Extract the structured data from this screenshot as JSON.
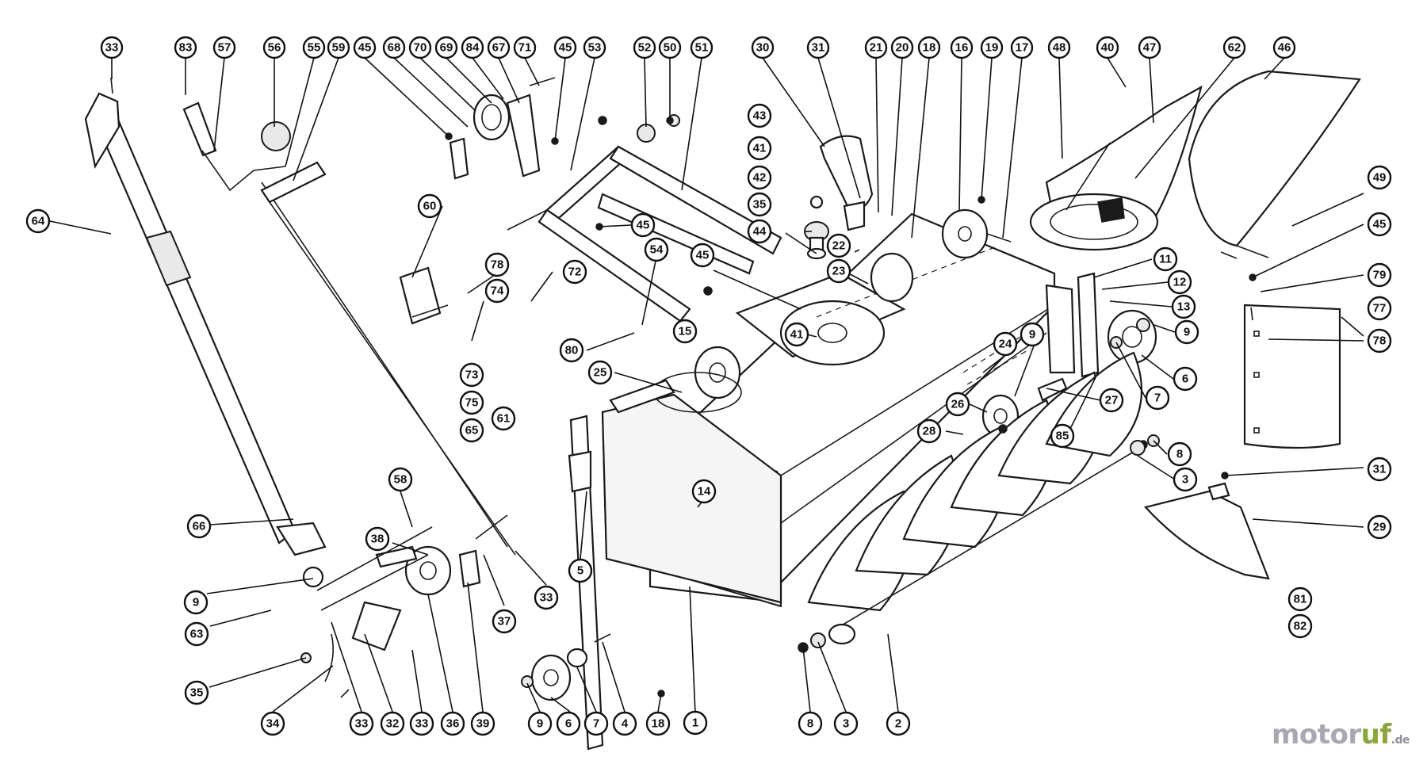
{
  "watermark": {
    "main": "motor",
    "accent": "uf",
    "tld": ".de",
    "colors": {
      "main": "#a6a8b4",
      "accent": "#8ba63a"
    }
  },
  "callouts": [
    "33",
    "83",
    "57",
    "56",
    "55",
    "59",
    "45",
    "68",
    "70",
    "69",
    "84",
    "67",
    "71",
    "45",
    "53",
    "52",
    "50",
    "51",
    "30",
    "31",
    "21",
    "20",
    "18",
    "16",
    "19",
    "17",
    "48",
    "40",
    "47",
    "62",
    "46",
    "64",
    "60",
    "45",
    "78",
    "74",
    "72",
    "54",
    "43",
    "41",
    "42",
    "35",
    "44",
    "45",
    "22",
    "23",
    "49",
    "45",
    "79",
    "77",
    "78",
    "85",
    "11",
    "12",
    "13",
    "9",
    "6",
    "7",
    "80",
    "15",
    "41",
    "25",
    "73",
    "75",
    "65",
    "61",
    "24",
    "9",
    "27",
    "26",
    "28",
    "8",
    "3",
    "31",
    "29",
    "58",
    "14",
    "5",
    "1",
    "38",
    "37",
    "33",
    "66",
    "9",
    "63",
    "35",
    "34",
    "33",
    "32",
    "33",
    "36",
    "39",
    "9",
    "6",
    "7",
    "4",
    "18",
    "8",
    "3",
    "2",
    "81",
    "82"
  ]
}
